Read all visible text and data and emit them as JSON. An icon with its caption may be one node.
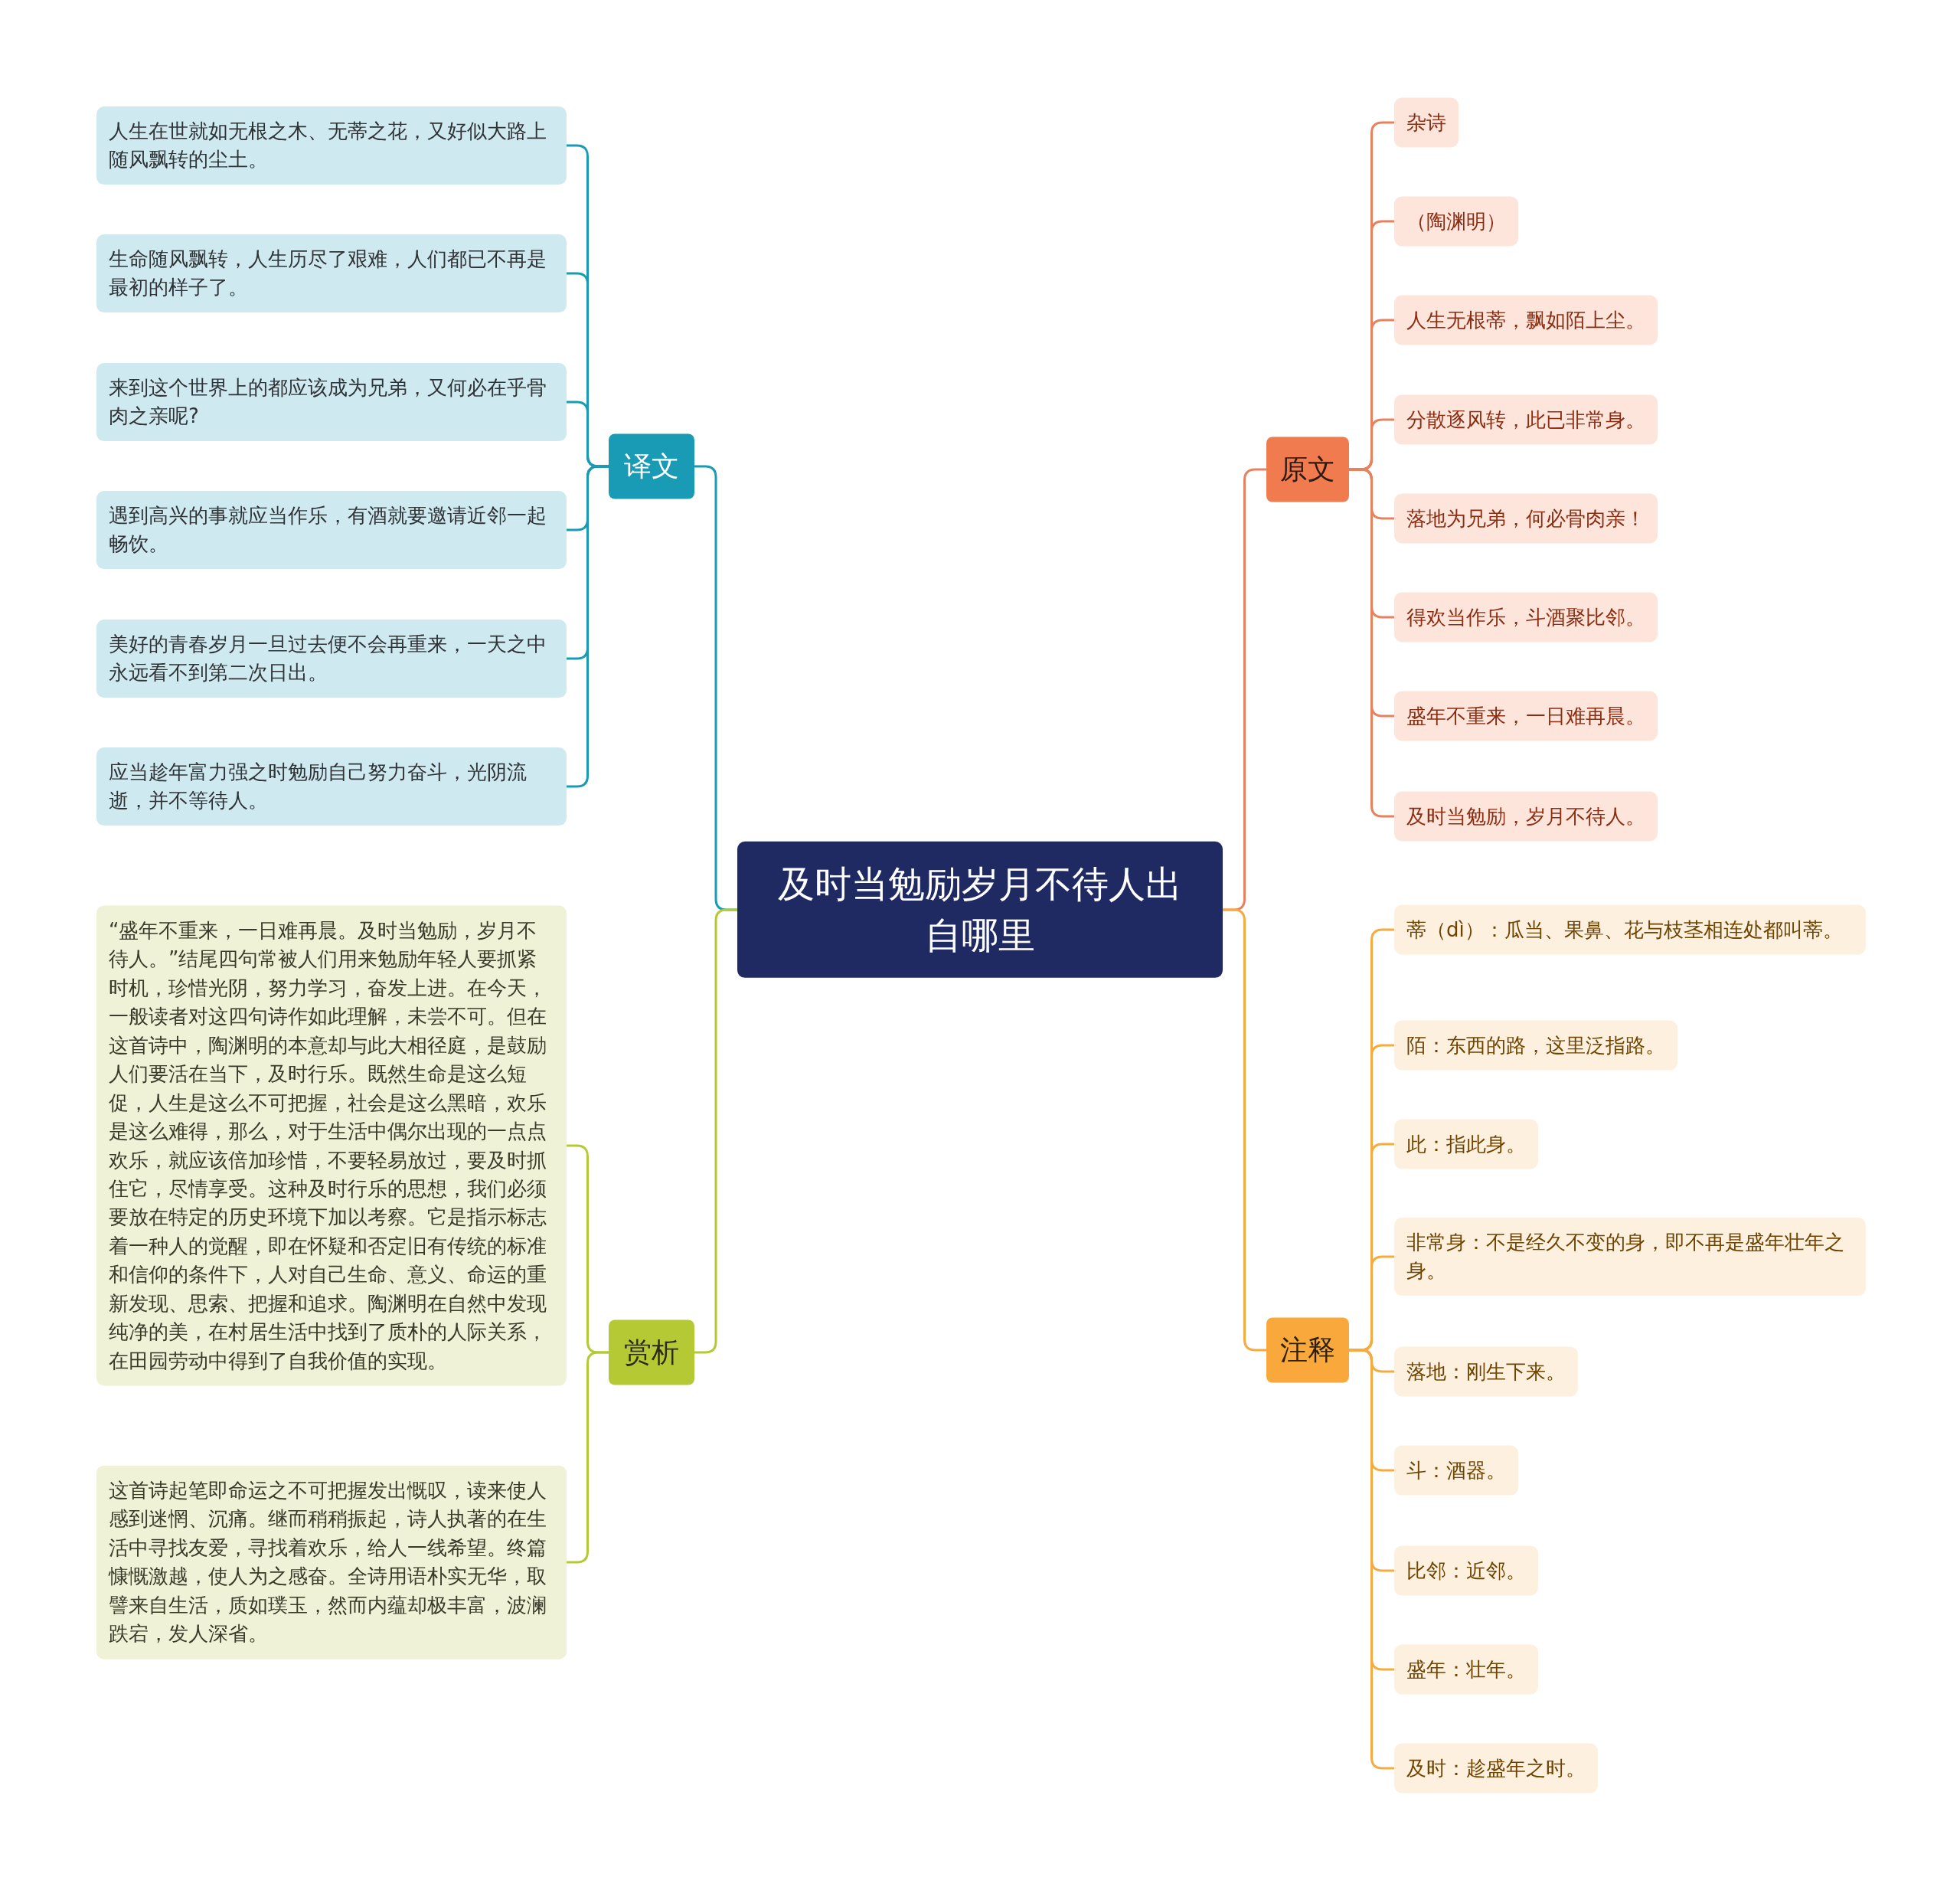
{
  "diagram": {
    "nodes": [
      {
        "text": [
          "及时当勉励岁月不待人出自哪里"
        ]
      },
      {
        "text": [
          "译文"
        ]
      },
      {
        "text": [
          "人生在世就如无根之木、无蒂之花，又好似大路上随风飘转的尘土。"
        ]
      },
      {
        "text": [
          "生命随风飘转，人生历尽了艰难，人们都已不再是最初的样子了。"
        ]
      },
      {
        "text": [
          "来到这个世界上的都应该成为兄弟，又何必在乎骨肉之亲呢?"
        ]
      },
      {
        "text": [
          "遇到高兴的事就应当作乐，有酒就要邀请近邻一起畅饮。"
        ]
      },
      {
        "text": [
          "美好的青春岁月一旦过去便不会再重来，一天之中永远看不到第二次日出。"
        ]
      },
      {
        "text": [
          "应当趁年富力强之时勉励自己努力奋斗，光阴流逝，并不等待人。"
        ]
      },
      {
        "text": [
          "赏析"
        ]
      },
      {
        "text": [
          "“盛年不重来，一日难再晨。及时当勉励，岁月不待人。”结尾四句常被人们用来勉励年轻人要抓紧时机，珍惜光阴，努力学习，奋发上进。在今天，一般读者对这四句诗作如此理解，未尝不可。但在这首诗中，陶渊明的本意却与此大相径庭，是鼓励人们要活在当下，及时行乐。既然生命是这么短促，人生是这么不可把握，社会是这么黑暗，欢乐是这么难得，那么，对于生活中偶尔出现的一点点欢乐，就应该倍加珍惜，不要轻易放过，要及时抓住它，尽情享受。这种及时行乐的思想，我们必须要放在特定的历史环境下加以考察。它是指示标志着一种人的觉醒，即在怀疑和否定旧有传统的标准和信仰的条件下，人对自己生命、意义、命运的重新发现、思索、把握和追求。陶渊明在自然中发现纯净的美，在村居生活中找到了质朴的人际关系，在田园劳动中得到了自我价值的实现。"
        ]
      },
      {
        "text": [
          "这首诗起笔即命运之不可把握发出慨叹，读来使人感到迷惘、沉痛。继而稍稍振起，诗人执著的在生活中寻找友爱，寻找着欢乐，给人一线希望。终篇慷慨激越，使人为之感奋。全诗用语朴实无华，取譬来自生活，质如璞玉，然而内蕴却极丰富，波澜跌宕，发人深省。"
        ]
      },
      {
        "text": [
          "原文"
        ]
      },
      {
        "text": [
          "杂诗"
        ]
      },
      {
        "text": [
          "（陶渊明）"
        ]
      },
      {
        "text": [
          "人生无根蒂，飘如陌上尘。"
        ]
      },
      {
        "text": [
          "分散逐风转，此已非常身。"
        ]
      },
      {
        "text": [
          "落地为兄弟，何必骨肉亲！"
        ]
      },
      {
        "text": [
          "得欢当作乐，斗酒聚比邻。"
        ]
      },
      {
        "text": [
          "盛年不重来，一日难再晨。"
        ]
      },
      {
        "text": [
          "及时当勉励，岁月不待人。"
        ]
      },
      {
        "text": [
          "注释"
        ]
      },
      {
        "text": [
          "蒂（dì）：瓜当、果鼻、花与枝茎相连处都叫蒂。"
        ]
      },
      {
        "text": [
          "陌：东西的路，这里泛指路。"
        ]
      },
      {
        "text": [
          "此：指此身。"
        ]
      },
      {
        "text": [
          "非常身：不是经久不变的身，即不再是盛年壮年之身。"
        ]
      },
      {
        "text": [
          "落地：刚生下来。"
        ]
      },
      {
        "text": [
          "斗：酒器。"
        ]
      },
      {
        "text": [
          "比邻：近邻。"
        ]
      },
      {
        "text": [
          "盛年：壮年。"
        ]
      },
      {
        "text": [
          "及时：趁盛年之时。"
        ]
      }
    ],
    "edges": [
      {
        "from": 0,
        "to": 1,
        "arrow": "none",
        "color": "#1a9bb5"
      },
      {
        "from": 0,
        "to": 8,
        "arrow": "none",
        "color": "#b5c935"
      },
      {
        "from": 0,
        "to": 11,
        "arrow": "none",
        "color": "#e8825e"
      },
      {
        "from": 0,
        "to": 20,
        "arrow": "none",
        "color": "#f5ab40"
      },
      {
        "from": 1,
        "to": 2,
        "arrow": "none",
        "color": "#1a9bb5"
      },
      {
        "from": 1,
        "to": 3,
        "arrow": "none",
        "color": "#1a9bb5"
      },
      {
        "from": 1,
        "to": 4,
        "arrow": "none",
        "color": "#1a9bb5"
      },
      {
        "from": 1,
        "to": 5,
        "arrow": "none",
        "color": "#1a9bb5"
      },
      {
        "from": 1,
        "to": 6,
        "arrow": "none",
        "color": "#1a9bb5"
      },
      {
        "from": 1,
        "to": 7,
        "arrow": "none",
        "color": "#1a9bb5"
      },
      {
        "from": 8,
        "to": 9,
        "arrow": "none",
        "color": "#b5c935"
      },
      {
        "from": 8,
        "to": 10,
        "arrow": "none",
        "color": "#b5c935"
      },
      {
        "from": 11,
        "to": 12,
        "arrow": "none",
        "color": "#e8825e"
      },
      {
        "from": 11,
        "to": 13,
        "arrow": "none",
        "color": "#e8825e"
      },
      {
        "from": 11,
        "to": 14,
        "arrow": "none",
        "color": "#e8825e"
      },
      {
        "from": 11,
        "to": 15,
        "arrow": "none",
        "color": "#e8825e"
      },
      {
        "from": 11,
        "to": 16,
        "arrow": "none",
        "color": "#e8825e"
      },
      {
        "from": 11,
        "to": 17,
        "arrow": "none",
        "color": "#e8825e"
      },
      {
        "from": 11,
        "to": 18,
        "arrow": "none",
        "color": "#e8825e"
      },
      {
        "from": 11,
        "to": 19,
        "arrow": "none",
        "color": "#e8825e"
      },
      {
        "from": 20,
        "to": 21,
        "arrow": "none",
        "color": "#f5ab40"
      },
      {
        "from": 20,
        "to": 22,
        "arrow": "none",
        "color": "#f5ab40"
      },
      {
        "from": 20,
        "to": 23,
        "arrow": "none",
        "color": "#f5ab40"
      },
      {
        "from": 20,
        "to": 24,
        "arrow": "none",
        "color": "#f5ab40"
      },
      {
        "from": 20,
        "to": 25,
        "arrow": "none",
        "color": "#f5ab40"
      },
      {
        "from": 20,
        "to": 26,
        "arrow": "none",
        "color": "#f5ab40"
      },
      {
        "from": 20,
        "to": 27,
        "arrow": "none",
        "color": "#f5ab40"
      },
      {
        "from": 20,
        "to": 28,
        "arrow": "none",
        "color": "#f5ab40"
      },
      {
        "from": 20,
        "to": 29,
        "arrow": "none",
        "color": "#f5ab40"
      }
    ]
  }
}
